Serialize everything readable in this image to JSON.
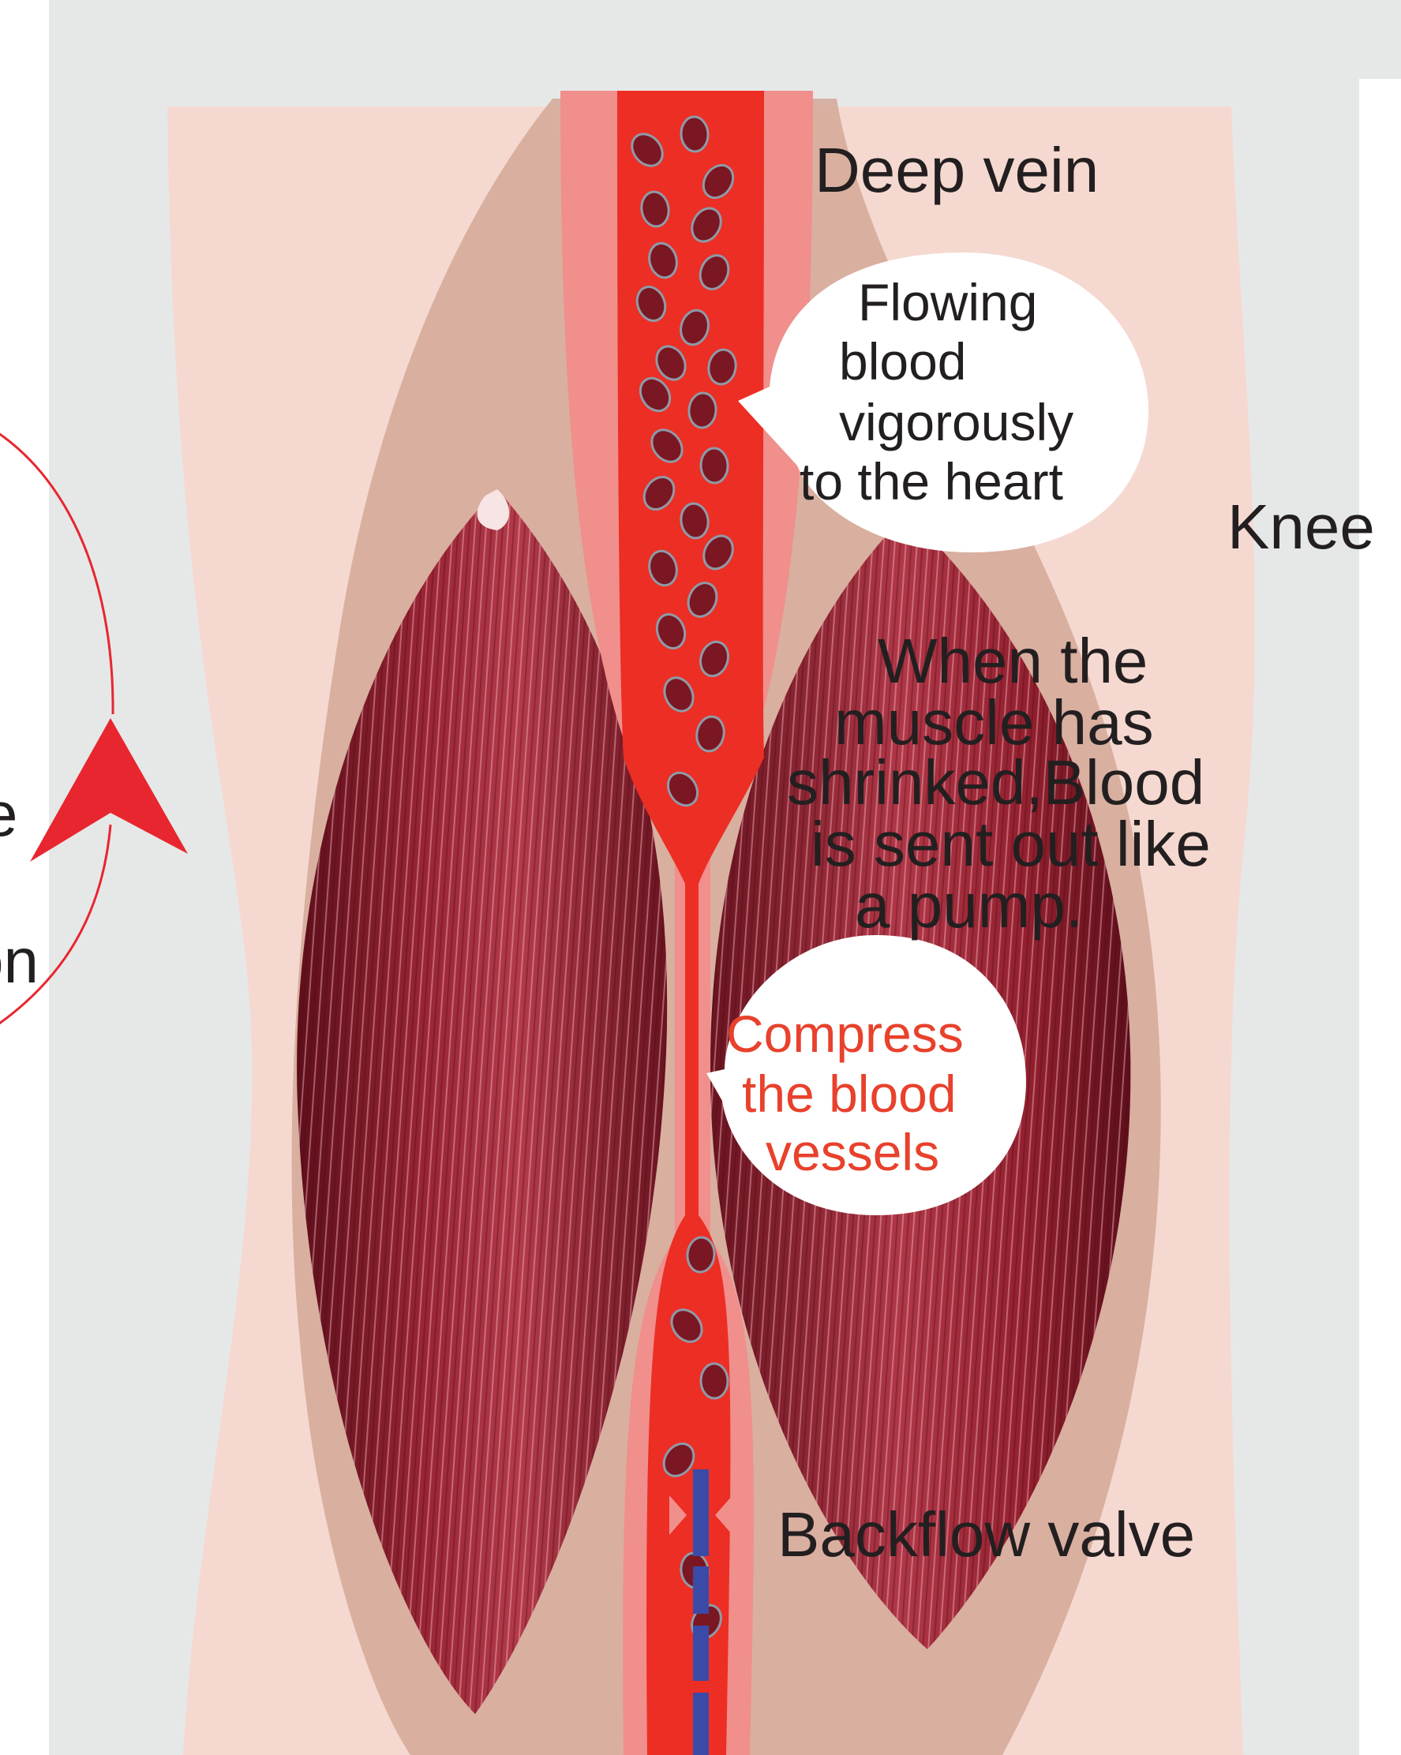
{
  "labels": {
    "deep_vein": "Deep vein",
    "flowing_blood": [
      "Flowing",
      "blood",
      "vigorously",
      "to the heart"
    ],
    "knee": "Knee",
    "muscle_pump": [
      "When the",
      "muscle has",
      "shrinked,Blood",
      "is sent out like",
      "a pump."
    ],
    "compress": [
      "Compress",
      "the blood",
      "vessels"
    ],
    "backflow_valve": "Backflow valve",
    "left_edge_fragments": [
      "e",
      "on"
    ]
  },
  "colors": {
    "background": "#e6e8e8",
    "skin": "#f5d9d0",
    "leg_shadow": "#d4a798",
    "muscle": "#8a1c2c",
    "vein_wall": "#f08f8c",
    "blood": "#ec2e24",
    "valve": "#3b4aa6",
    "arrow": "#e8262f",
    "black_text": "#231f20",
    "red_text": "#e8412c"
  },
  "icons": [
    "circulation-arrow-icon",
    "blood-cell-icon",
    "backflow-valve-icon"
  ]
}
